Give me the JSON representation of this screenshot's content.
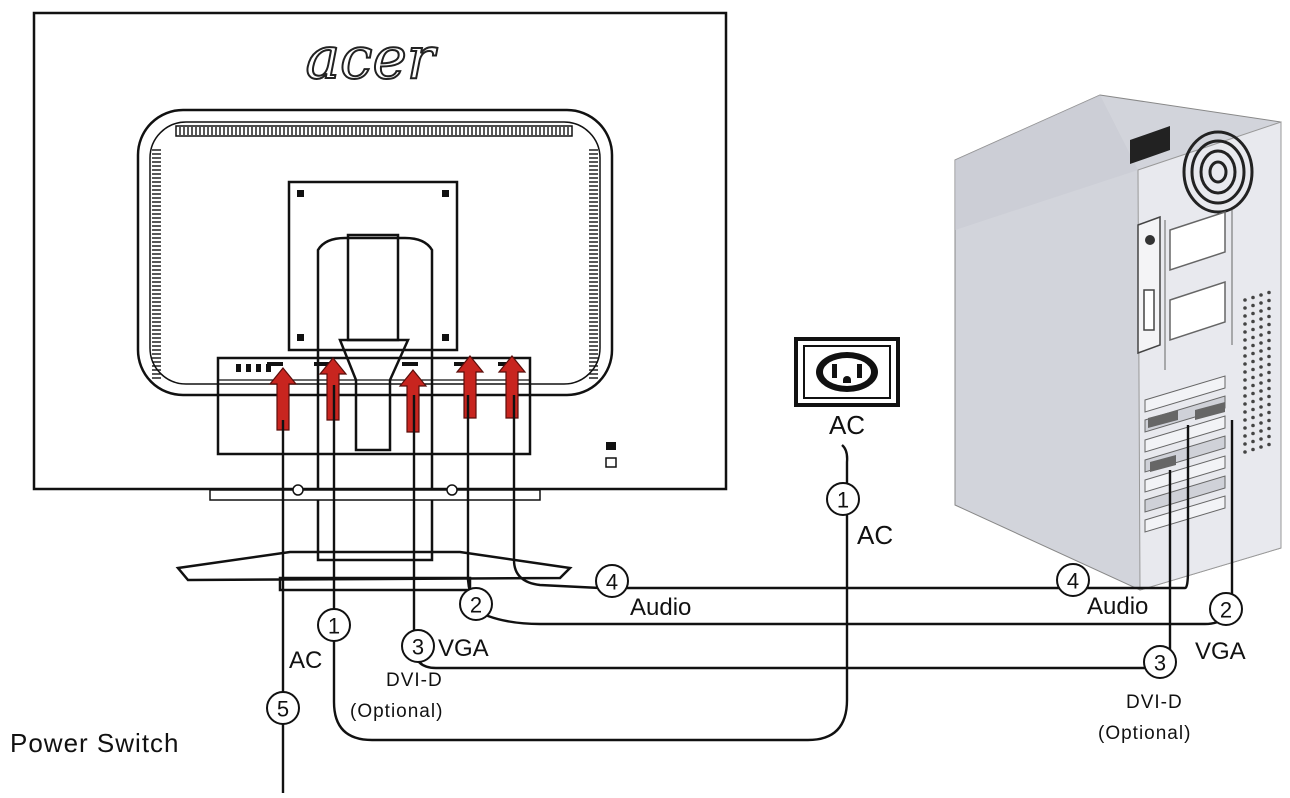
{
  "brand_logo": "acer",
  "outlet": {
    "label": "AC",
    "icon": "outlet-icon"
  },
  "labels": {
    "ac_outlet_cable": "AC",
    "ac_monitor": "AC",
    "vga_monitor": "VGA",
    "dvid_monitor": "DVI-D",
    "optional_monitor": "(Optional)",
    "audio_monitor": "Audio",
    "power_switch": "Power Switch",
    "audio_pc": "Audio",
    "vga_pc": "VGA",
    "dvid_pc": "DVI-D",
    "optional_pc": "(Optional)"
  },
  "numbers": {
    "ac_outlet": "1",
    "ac_monitor": "1",
    "vga_monitor": "2",
    "dvid_monitor": "3",
    "audio_monitor": "4",
    "power_switch": "5",
    "audio_pc": "4",
    "vga_pc": "2",
    "dvid_pc": "3"
  },
  "colors": {
    "arrow_red": "#c8251f",
    "pc_case_front": "#e8e9ee",
    "pc_case_side": "#d2d4db",
    "line": "#111111"
  },
  "icons": [
    "acer-logo",
    "outlet-icon",
    "connector-arrow-icon",
    "lock-icon"
  ]
}
